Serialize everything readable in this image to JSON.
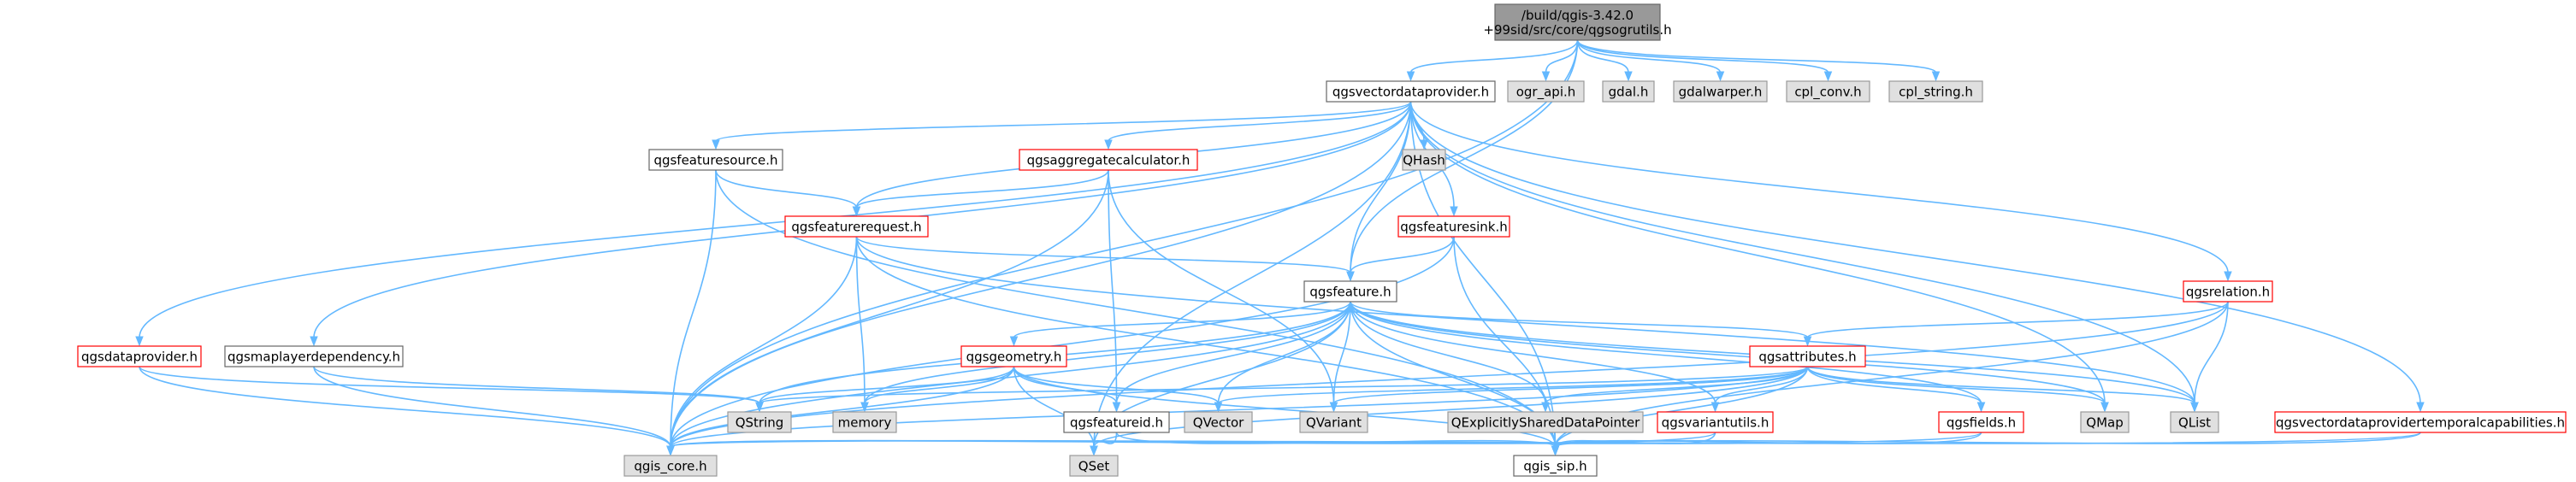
{
  "colors": {
    "edge": "#63B8FF",
    "root_fill": "#999999",
    "internal_border": "#666666",
    "problem_border": "#FF0000",
    "external_fill": "#E0E0E0",
    "external_border": "#999999",
    "text": "#000000"
  },
  "nodes": [
    {
      "id": "root",
      "lines": [
        "/build/qgis-3.42.0",
        "+99sid/src/core/qgsogrutils.h"
      ],
      "kind": "root"
    },
    {
      "id": "qgsvectordataprovider",
      "lines": [
        "qgsvectordataprovider.h"
      ],
      "kind": "internal"
    },
    {
      "id": "ogr_api",
      "lines": [
        "ogr_api.h"
      ],
      "kind": "external"
    },
    {
      "id": "gdal",
      "lines": [
        "gdal.h"
      ],
      "kind": "external"
    },
    {
      "id": "gdalwarper",
      "lines": [
        "gdalwarper.h"
      ],
      "kind": "external"
    },
    {
      "id": "cpl_conv",
      "lines": [
        "cpl_conv.h"
      ],
      "kind": "external"
    },
    {
      "id": "cpl_string",
      "lines": [
        "cpl_string.h"
      ],
      "kind": "external"
    },
    {
      "id": "qgsfeaturesource",
      "lines": [
        "qgsfeaturesource.h"
      ],
      "kind": "internal"
    },
    {
      "id": "qgsaggregatecalculator",
      "lines": [
        "qgsaggregatecalculator.h"
      ],
      "kind": "problem"
    },
    {
      "id": "qhash",
      "lines": [
        "QHash"
      ],
      "kind": "external"
    },
    {
      "id": "qgsfeaturesink",
      "lines": [
        "qgsfeaturesink.h"
      ],
      "kind": "problem"
    },
    {
      "id": "qgsfeaturerequest",
      "lines": [
        "qgsfeaturerequest.h"
      ],
      "kind": "problem"
    },
    {
      "id": "qgsfeature",
      "lines": [
        "qgsfeature.h"
      ],
      "kind": "internal"
    },
    {
      "id": "qgsrelation",
      "lines": [
        "qgsrelation.h"
      ],
      "kind": "problem"
    },
    {
      "id": "qgsdataprovider",
      "lines": [
        "qgsdataprovider.h"
      ],
      "kind": "problem"
    },
    {
      "id": "qgsmaplayerdependency",
      "lines": [
        "qgsmaplayerdependency.h"
      ],
      "kind": "internal"
    },
    {
      "id": "qgsgeometry",
      "lines": [
        "qgsgeometry.h"
      ],
      "kind": "problem"
    },
    {
      "id": "qgsattributes",
      "lines": [
        "qgsattributes.h"
      ],
      "kind": "problem"
    },
    {
      "id": "qstring",
      "lines": [
        "QString"
      ],
      "kind": "external"
    },
    {
      "id": "memory",
      "lines": [
        "memory"
      ],
      "kind": "external"
    },
    {
      "id": "qgsfeatureid",
      "lines": [
        "qgsfeatureid.h"
      ],
      "kind": "internal"
    },
    {
      "id": "qvector",
      "lines": [
        "QVector"
      ],
      "kind": "external"
    },
    {
      "id": "qvariant",
      "lines": [
        "QVariant"
      ],
      "kind": "external"
    },
    {
      "id": "qexplicitly",
      "lines": [
        "QExplicitlySharedDataPointer"
      ],
      "kind": "external"
    },
    {
      "id": "qgsvariantutils",
      "lines": [
        "qgsvariantutils.h"
      ],
      "kind": "problem"
    },
    {
      "id": "qgsfields",
      "lines": [
        "qgsfields.h"
      ],
      "kind": "problem"
    },
    {
      "id": "qmap",
      "lines": [
        "QMap"
      ],
      "kind": "external"
    },
    {
      "id": "qlist",
      "lines": [
        "QList"
      ],
      "kind": "external"
    },
    {
      "id": "qgsvectordataprovidertemporal",
      "lines": [
        "qgsvectordataprovidertemporalcapabilities.h"
      ],
      "kind": "problem"
    },
    {
      "id": "qgis_core",
      "lines": [
        "qgis_core.h"
      ],
      "kind": "external"
    },
    {
      "id": "qset",
      "lines": [
        "QSet"
      ],
      "kind": "external"
    },
    {
      "id": "qgis_sip",
      "lines": [
        "qgis_sip.h"
      ],
      "kind": "internal"
    }
  ],
  "edges": [
    [
      "root",
      "qgsvectordataprovider"
    ],
    [
      "root",
      "ogr_api"
    ],
    [
      "root",
      "gdal"
    ],
    [
      "root",
      "gdalwarper"
    ],
    [
      "root",
      "cpl_conv"
    ],
    [
      "root",
      "cpl_string"
    ],
    [
      "root",
      "qgsfeature"
    ],
    [
      "root",
      "qgis_core"
    ],
    [
      "qgsvectordataprovider",
      "qgsfeaturesource"
    ],
    [
      "qgsvectordataprovider",
      "qgsaggregatecalculator"
    ],
    [
      "qgsvectordataprovider",
      "qhash"
    ],
    [
      "qgsvectordataprovider",
      "qgsfeaturesink"
    ],
    [
      "qgsvectordataprovider",
      "qgsfeaturerequest"
    ],
    [
      "qgsvectordataprovider",
      "qgsfeature"
    ],
    [
      "qgsvectordataprovider",
      "qgsrelation"
    ],
    [
      "qgsvectordataprovider",
      "qgsdataprovider"
    ],
    [
      "qgsvectordataprovider",
      "qgsmaplayerdependency"
    ],
    [
      "qgsvectordataprovider",
      "qgsvectordataprovidertemporal"
    ],
    [
      "qgsvectordataprovider",
      "qmap"
    ],
    [
      "qgsvectordataprovider",
      "qlist"
    ],
    [
      "qgsvectordataprovider",
      "qgis_core"
    ],
    [
      "qgsvectordataprovider",
      "qgis_sip"
    ],
    [
      "qgsvectordataprovider",
      "qset"
    ],
    [
      "qgsfeaturesource",
      "qgsfeaturerequest"
    ],
    [
      "qgsfeaturesource",
      "qgis_core"
    ],
    [
      "qgsfeaturesource",
      "qgis_sip"
    ],
    [
      "qgsaggregatecalculator",
      "qgsfeaturerequest"
    ],
    [
      "qgsaggregatecalculator",
      "qgsfeatureid"
    ],
    [
      "qgsaggregatecalculator",
      "qvariant"
    ],
    [
      "qgsaggregatecalculator",
      "qgis_core"
    ],
    [
      "qgsfeaturesink",
      "qgsfeature"
    ],
    [
      "qgsfeaturesink",
      "qgis_core"
    ],
    [
      "qgsfeaturesink",
      "qgis_sip"
    ],
    [
      "qgsfeaturerequest",
      "qgsfeature"
    ],
    [
      "qgsfeaturerequest",
      "memory"
    ],
    [
      "qgsfeaturerequest",
      "qlist"
    ],
    [
      "qgsfeaturerequest",
      "qgis_core"
    ],
    [
      "qgsfeaturerequest",
      "qgis_sip"
    ],
    [
      "qgsfeature",
      "qgsgeometry"
    ],
    [
      "qgsfeature",
      "qgsattributes"
    ],
    [
      "qgsfeature",
      "qstring"
    ],
    [
      "qgsfeature",
      "memory"
    ],
    [
      "qgsfeature",
      "qgsfeatureid"
    ],
    [
      "qgsfeature",
      "qvector"
    ],
    [
      "qgsfeature",
      "qvariant"
    ],
    [
      "qgsfeature",
      "qexplicitly"
    ],
    [
      "qgsfeature",
      "qgsvariantutils"
    ],
    [
      "qgsfeature",
      "qgsfields"
    ],
    [
      "qgsfeature",
      "qmap"
    ],
    [
      "qgsfeature",
      "qlist"
    ],
    [
      "qgsfeature",
      "qgis_core"
    ],
    [
      "qgsfeature",
      "qgis_sip"
    ],
    [
      "qgsfeature",
      "qset"
    ],
    [
      "qgsrelation",
      "qgsattributes"
    ],
    [
      "qgsrelation",
      "qlist"
    ],
    [
      "qgsrelation",
      "qgis_core"
    ],
    [
      "qgsrelation",
      "qgis_sip"
    ],
    [
      "qgsdataprovider",
      "qgis_core"
    ],
    [
      "qgsdataprovider",
      "qstring"
    ],
    [
      "qgsmaplayerdependency",
      "qstring"
    ],
    [
      "qgsmaplayerdependency",
      "qgis_core"
    ],
    [
      "qgsgeometry",
      "qstring"
    ],
    [
      "qgsgeometry",
      "memory"
    ],
    [
      "qgsgeometry",
      "qgsfeatureid"
    ],
    [
      "qgsgeometry",
      "qvector"
    ],
    [
      "qgsgeometry",
      "qgis_core"
    ],
    [
      "qgsgeometry",
      "qgis_sip"
    ],
    [
      "qgsgeometry",
      "qset"
    ],
    [
      "qgsattributes",
      "qstring"
    ],
    [
      "qgsattributes",
      "qvector"
    ],
    [
      "qgsattributes",
      "qvariant"
    ],
    [
      "qgsattributes",
      "qexplicitly"
    ],
    [
      "qgsattributes",
      "qgsvariantutils"
    ],
    [
      "qgsattributes",
      "qgsfields"
    ],
    [
      "qgsattributes",
      "qmap"
    ],
    [
      "qgsattributes",
      "qlist"
    ],
    [
      "qgsattributes",
      "qgis_core"
    ],
    [
      "qgsattributes",
      "qgis_sip"
    ],
    [
      "qgsattributes",
      "qset"
    ],
    [
      "qgsfeatureid",
      "qset"
    ],
    [
      "qgsfeatureid",
      "qgis_sip"
    ],
    [
      "qgsvariantutils",
      "qgis_core"
    ],
    [
      "qgsvariantutils",
      "qgis_sip"
    ],
    [
      "qgsfields",
      "qgis_core"
    ],
    [
      "qgsfields",
      "qgis_sip"
    ],
    [
      "qgsvectordataprovidertemporal",
      "qgis_core"
    ],
    [
      "qgsvectordataprovidertemporal",
      "qgis_sip"
    ]
  ]
}
